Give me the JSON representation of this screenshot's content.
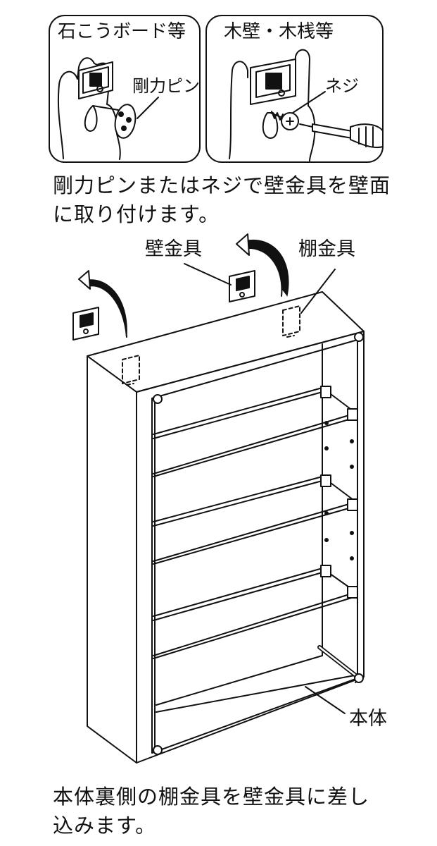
{
  "panel_left": {
    "title": "石こうボード等",
    "callout": "剛力ピン"
  },
  "panel_right": {
    "title": "木壁・木桟等",
    "callout": "ネジ"
  },
  "caption_top": {
    "line1": "剛力ピンまたはネジで壁金具を壁面",
    "line2": "に取り付けます。"
  },
  "labels": {
    "wall_bracket": "壁金具",
    "shelf_bracket": "棚金具",
    "body": "本体"
  },
  "caption_bottom": {
    "line1": "本体裏側の棚金具を壁金具に差し",
    "line2": "込みます。"
  }
}
